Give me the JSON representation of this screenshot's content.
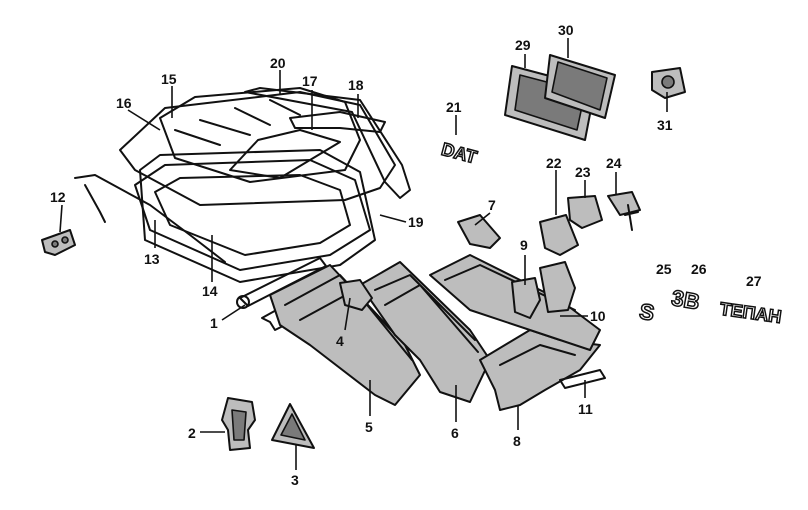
{
  "diagram": {
    "type": "exploded-parts-view",
    "callouts": [
      "1",
      "2",
      "3",
      "4",
      "5",
      "6",
      "7",
      "8",
      "9",
      "10",
      "11",
      "12",
      "13",
      "14",
      "15",
      "16",
      "17",
      "18",
      "19",
      "20",
      "21",
      "22",
      "23",
      "24",
      "25",
      "26",
      "27",
      "29",
      "30",
      "31"
    ],
    "emblems": {
      "e21": "DAT",
      "e25": "S",
      "e26": "3B",
      "e27": "ТЕПАН"
    },
    "colors": {
      "line": "#111111",
      "part_fill": "#bdbdbd",
      "background": "#ffffff"
    }
  }
}
